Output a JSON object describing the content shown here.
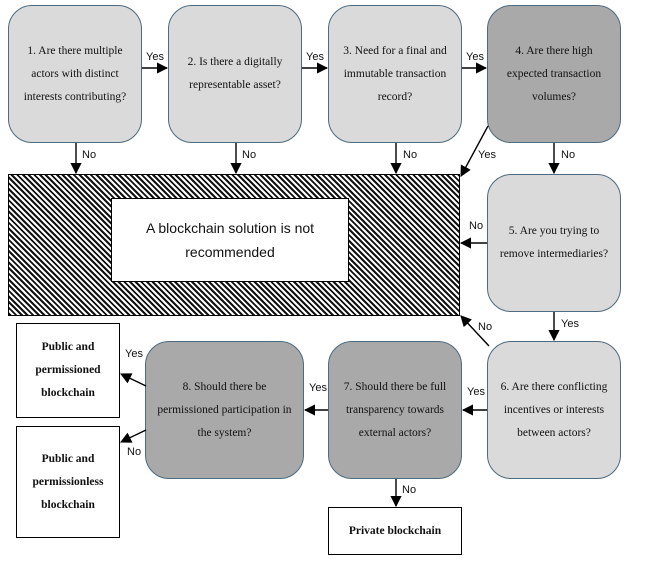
{
  "nodes": {
    "q1": "1. Are there multiple actors with distinct interests contributing?",
    "q2": "2. Is there a digitally representable asset?",
    "q3": "3. Need for a final and immutable transaction record?",
    "q4": "4. Are there high expected transaction volumes?",
    "q5": "5. Are you trying to remove intermediaries?",
    "q6": "6. Are there conflicting incentives or interests between actors?",
    "q7": "7. Should there be full transparency towards external actors?",
    "q8": "8. Should there be permissioned participation in the system?"
  },
  "outcomes": {
    "not_recommended": "A blockchain solution is not recommended",
    "public_permissioned": "Public and permissioned blockchain",
    "public_permissionless": "Public and permissionless blockchain",
    "private": "Private blockchain"
  },
  "labels": {
    "yes": "Yes",
    "no": "No"
  },
  "colors": {
    "light_node": "#dadada",
    "dark_node": "#a9a9a9",
    "node_border": "#4d6a80"
  }
}
